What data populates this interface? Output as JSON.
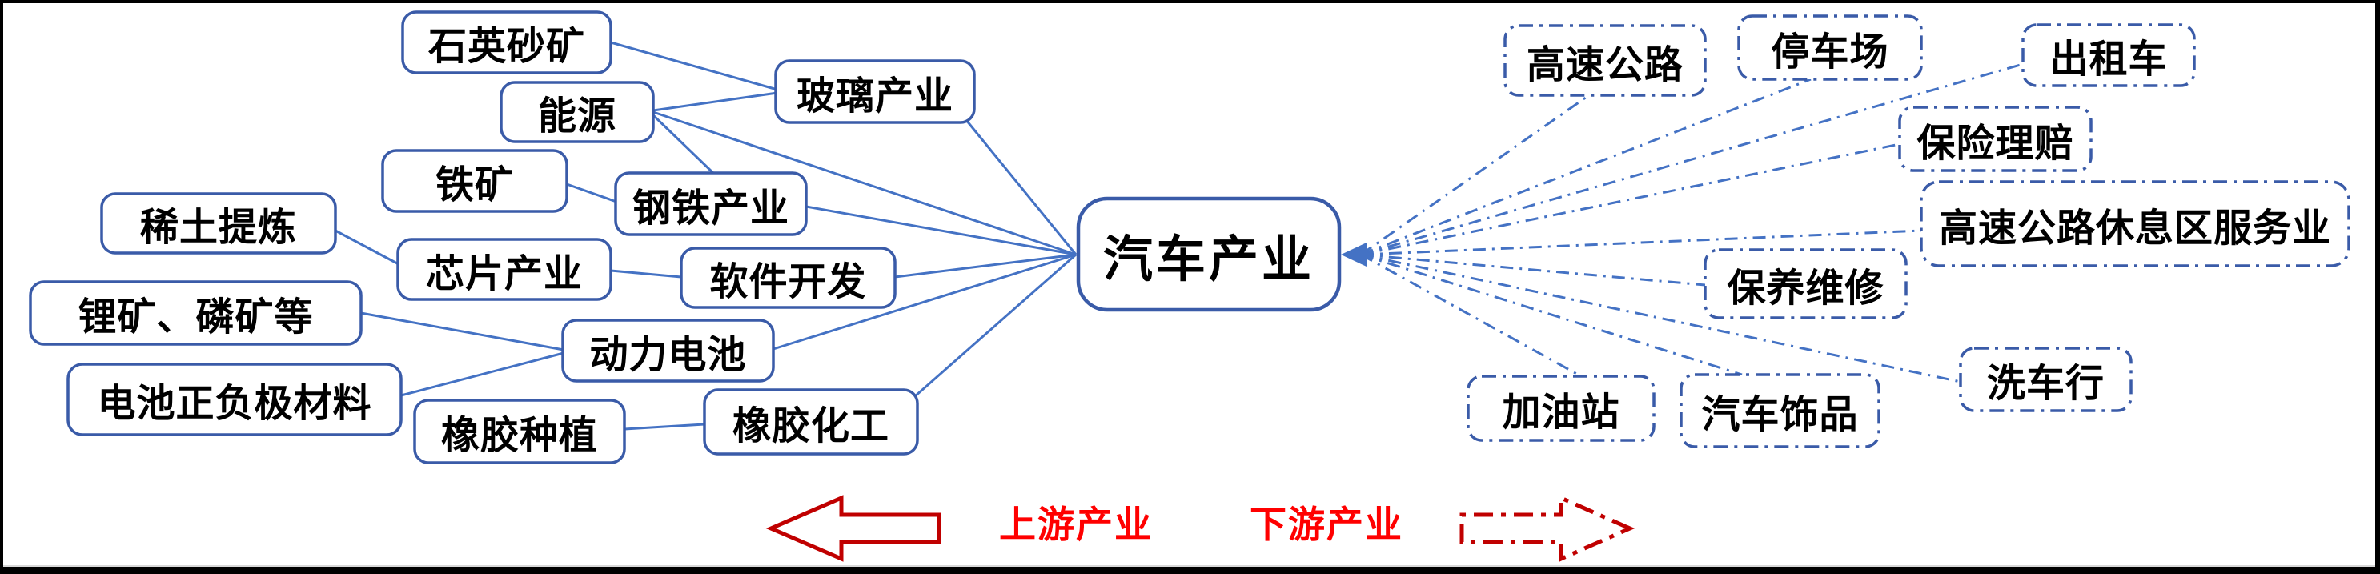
{
  "diagram": {
    "center_node": {
      "label": "汽车产业"
    },
    "upstream_nodes": [
      {
        "id": "quartz",
        "label": "石英砂矿"
      },
      {
        "id": "energy",
        "label": "能源"
      },
      {
        "id": "glass",
        "label": "玻璃产业"
      },
      {
        "id": "iron",
        "label": "铁矿"
      },
      {
        "id": "steel",
        "label": "钢铁产业"
      },
      {
        "id": "rare",
        "label": "稀土提炼"
      },
      {
        "id": "chip",
        "label": "芯片产业"
      },
      {
        "id": "software",
        "label": "软件开发"
      },
      {
        "id": "lithium",
        "label": "锂矿、磷矿等"
      },
      {
        "id": "battery",
        "label": "动力电池"
      },
      {
        "id": "electrode",
        "label": "电池正负极材料"
      },
      {
        "id": "rubber_plant",
        "label": "橡胶种植"
      },
      {
        "id": "rubber_chem",
        "label": "橡胶化工"
      }
    ],
    "downstream_nodes": [
      {
        "id": "highway",
        "label": "高速公路"
      },
      {
        "id": "parking",
        "label": "停车场"
      },
      {
        "id": "taxi",
        "label": "出租车"
      },
      {
        "id": "insurance",
        "label": "保险理赔"
      },
      {
        "id": "rest_area",
        "label": "高速公路休息区服务业"
      },
      {
        "id": "maintenance",
        "label": "保养维修"
      },
      {
        "id": "carwash",
        "label": "洗车行"
      },
      {
        "id": "gas",
        "label": "加油站"
      },
      {
        "id": "accessories",
        "label": "汽车饰品"
      }
    ],
    "edges": {
      "upstream_solid": [
        {
          "from": "石英砂矿",
          "to": "玻璃产业"
        },
        {
          "from": "能源",
          "to": "玻璃产业"
        },
        {
          "from": "能源",
          "to": "钢铁产业"
        },
        {
          "from": "能源",
          "to": "汽车产业"
        },
        {
          "from": "铁矿",
          "to": "钢铁产业"
        },
        {
          "from": "玻璃产业",
          "to": "汽车产业"
        },
        {
          "from": "钢铁产业",
          "to": "汽车产业"
        },
        {
          "from": "稀土提炼",
          "to": "芯片产业"
        },
        {
          "from": "芯片产业",
          "to": "软件开发"
        },
        {
          "from": "软件开发",
          "to": "汽车产业"
        },
        {
          "from": "锂矿、磷矿等",
          "to": "动力电池"
        },
        {
          "from": "电池正负极材料",
          "to": "动力电池"
        },
        {
          "from": "动力电池",
          "to": "汽车产业"
        },
        {
          "from": "橡胶种植",
          "to": "橡胶化工"
        },
        {
          "from": "橡胶化工",
          "to": "汽车产业"
        }
      ],
      "downstream_dashed": [
        {
          "from": "汽车产业",
          "to": "高速公路"
        },
        {
          "from": "汽车产业",
          "to": "停车场"
        },
        {
          "from": "汽车产业",
          "to": "出租车"
        },
        {
          "from": "汽车产业",
          "to": "保险理赔"
        },
        {
          "from": "汽车产业",
          "to": "高速公路休息区服务业"
        },
        {
          "from": "汽车产业",
          "to": "保养维修"
        },
        {
          "from": "汽车产业",
          "to": "洗车行"
        },
        {
          "from": "汽车产业",
          "to": "加油站"
        },
        {
          "from": "汽车产业",
          "to": "汽车饰品"
        }
      ]
    },
    "legend": {
      "upstream_label": "上游产业",
      "downstream_label": "下游产业"
    },
    "colors": {
      "node_border": "#3a5ba8",
      "connector": "#4472c4",
      "legend_arrow_outline": "#c00000",
      "legend_text": "#ff0000",
      "text": "#000000",
      "background": "#ffffff",
      "frame": "#000000"
    }
  }
}
